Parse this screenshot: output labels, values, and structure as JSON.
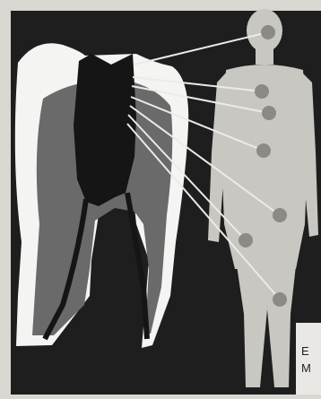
{
  "colors": {
    "page": "#d9d7d1",
    "background": "#1e1e1e",
    "tooth_enamel": "#f4f4f2",
    "tooth_dentin": "#6a6a6a",
    "pulp": "#151515",
    "body": "#c9c7c2",
    "marker": "#8b8a86",
    "connector": "#ecebe7",
    "caption_box": "#e9e8e4"
  },
  "marker_icon": "filled-circle",
  "caption_fragments": [
    "E",
    "M"
  ]
}
